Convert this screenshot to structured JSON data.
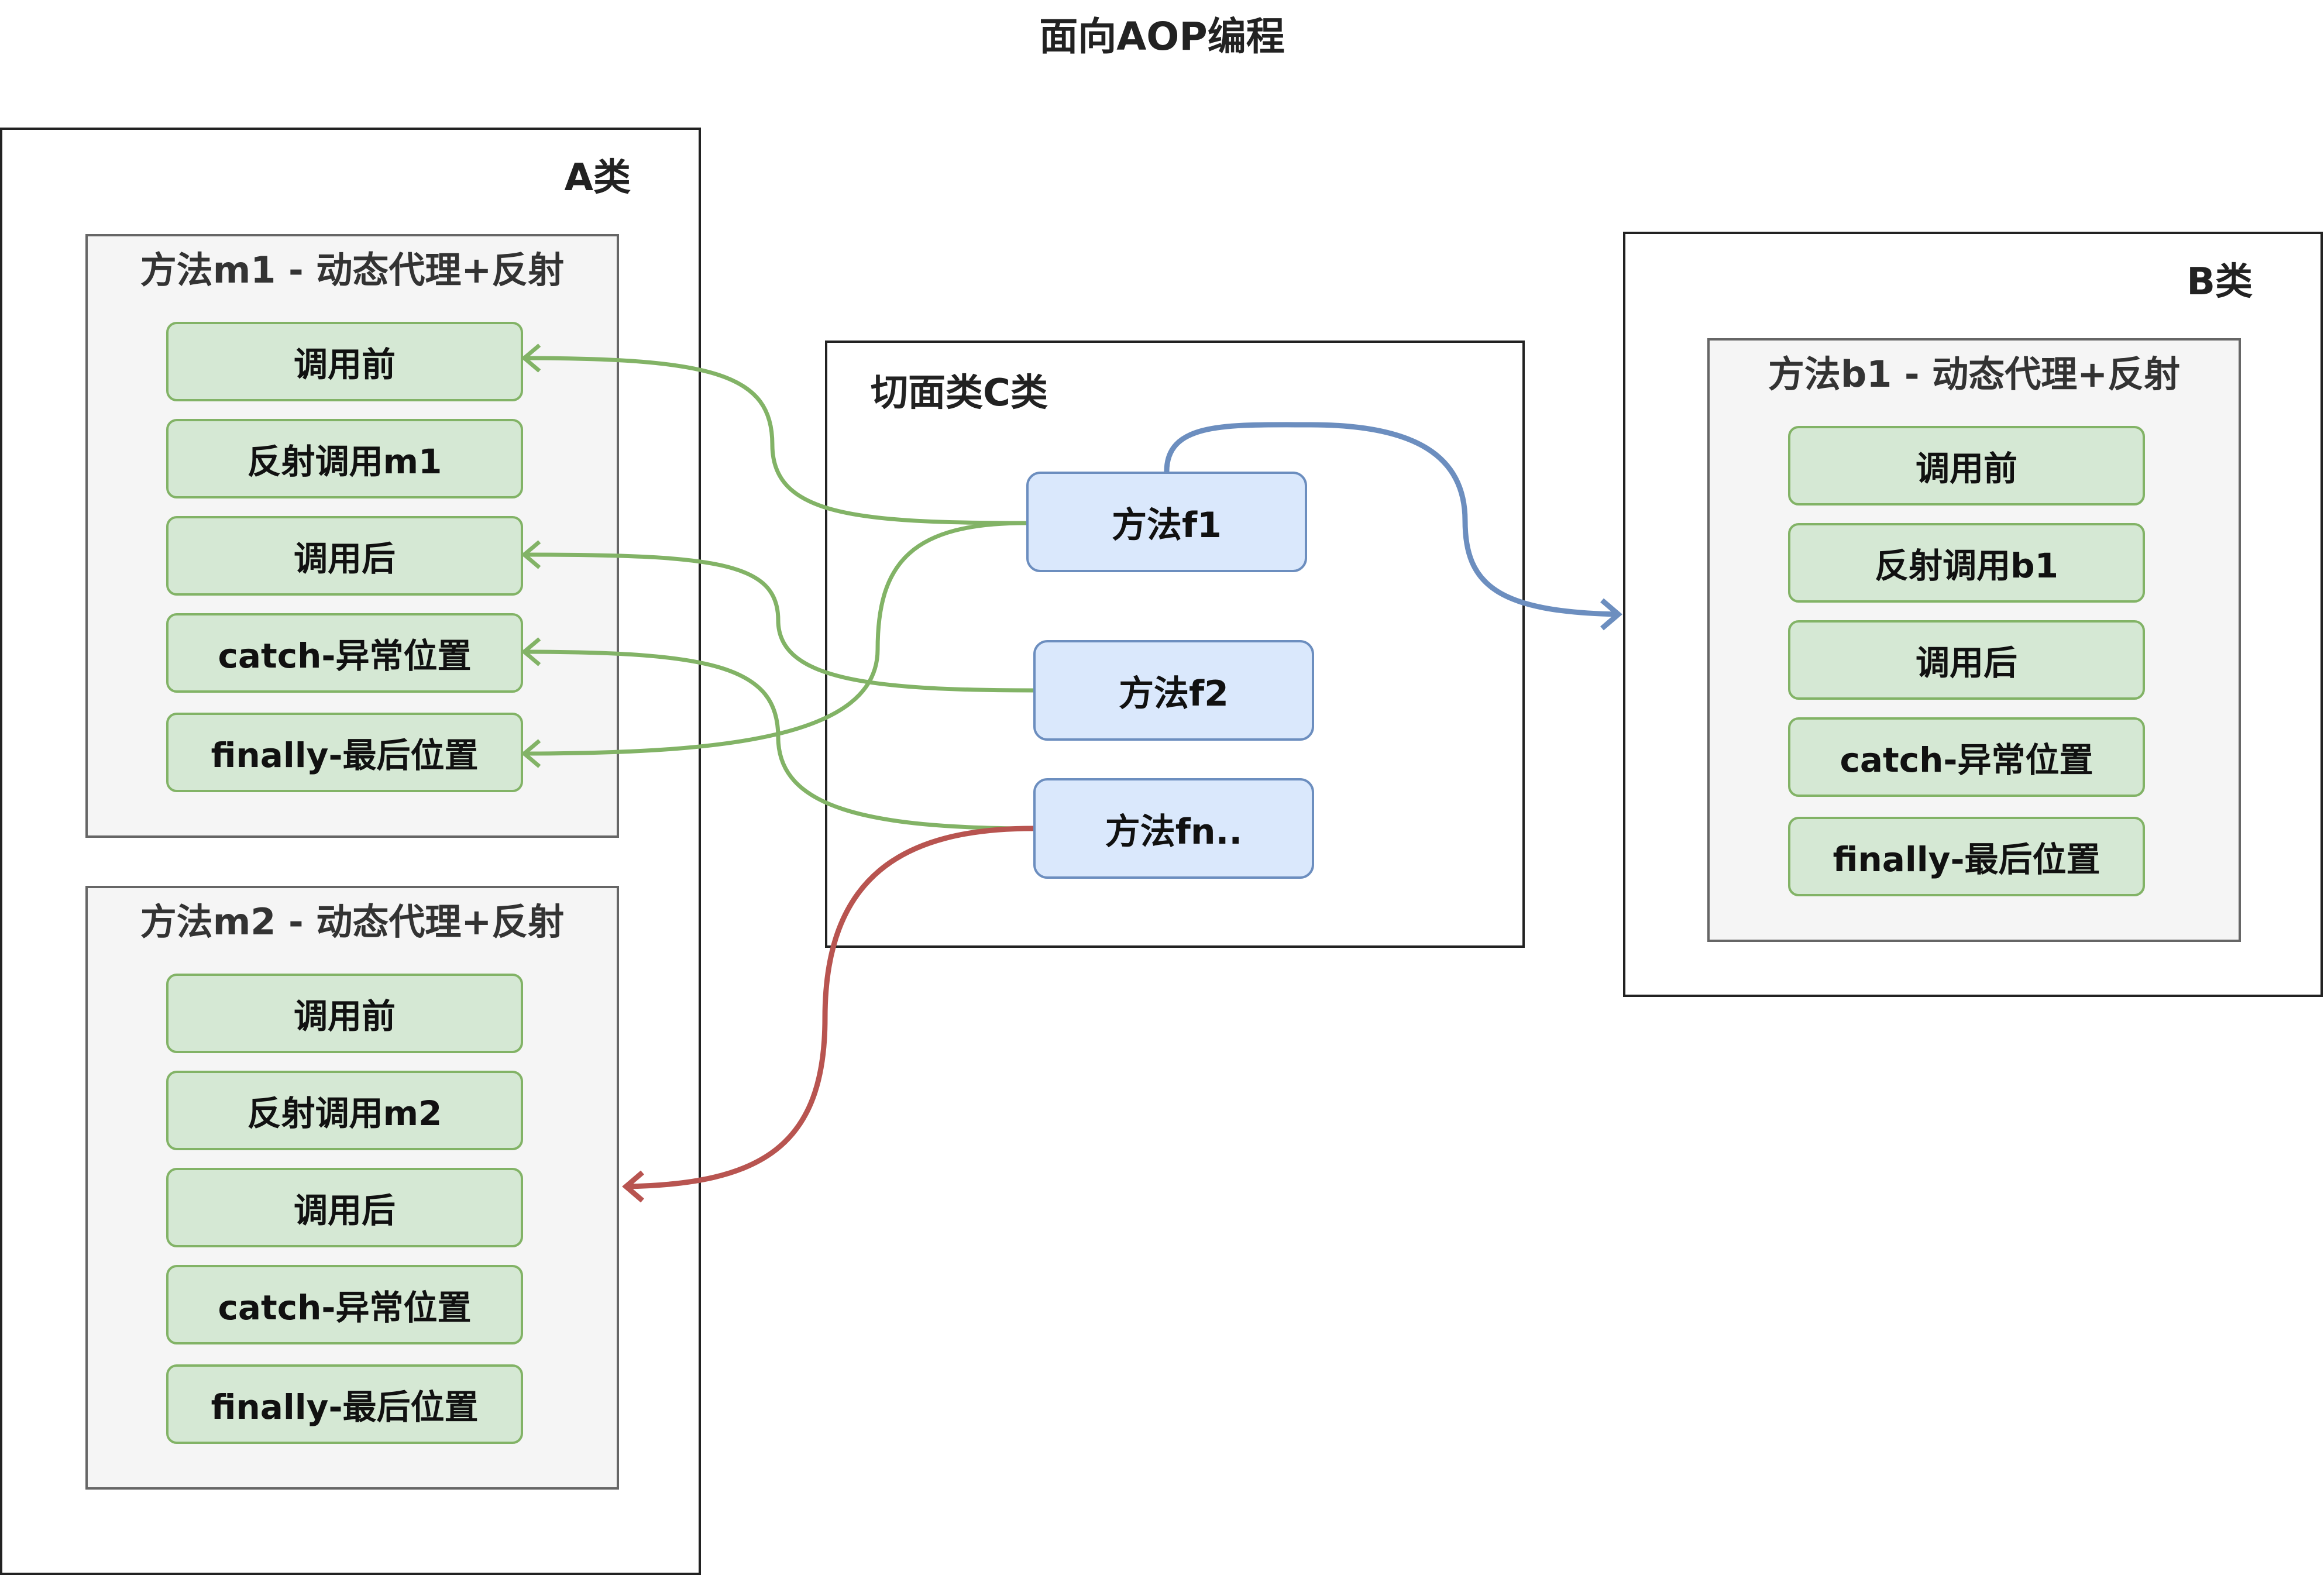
{
  "title": "面向AOP编程",
  "classA": {
    "label": "A类",
    "methods": [
      {
        "title": "方法m1 - 动态代理+反射",
        "steps": [
          "调用前",
          "反射调用m1",
          "调用后",
          "catch-异常位置",
          "finally-最后位置"
        ]
      },
      {
        "title": "方法m2 - 动态代理+反射",
        "steps": [
          "调用前",
          "反射调用m2",
          "调用后",
          "catch-异常位置",
          "finally-最后位置"
        ]
      }
    ]
  },
  "aspectC": {
    "label": "切面类C类",
    "methods": [
      "方法f1",
      "方法f2",
      "方法fn.."
    ]
  },
  "classB": {
    "label": "B类",
    "method": {
      "title": "方法b1 - 动态代理+反射",
      "steps": [
        "调用前",
        "反射调用b1",
        "调用后",
        "catch-异常位置",
        "finally-最后位置"
      ]
    }
  },
  "colors": {
    "green_arrow": "#82b366",
    "blue_arrow": "#6c8ebf",
    "red_arrow": "#b85450",
    "step_fill": "#d5e8d4",
    "aspect_fill": "#dae8fc"
  }
}
